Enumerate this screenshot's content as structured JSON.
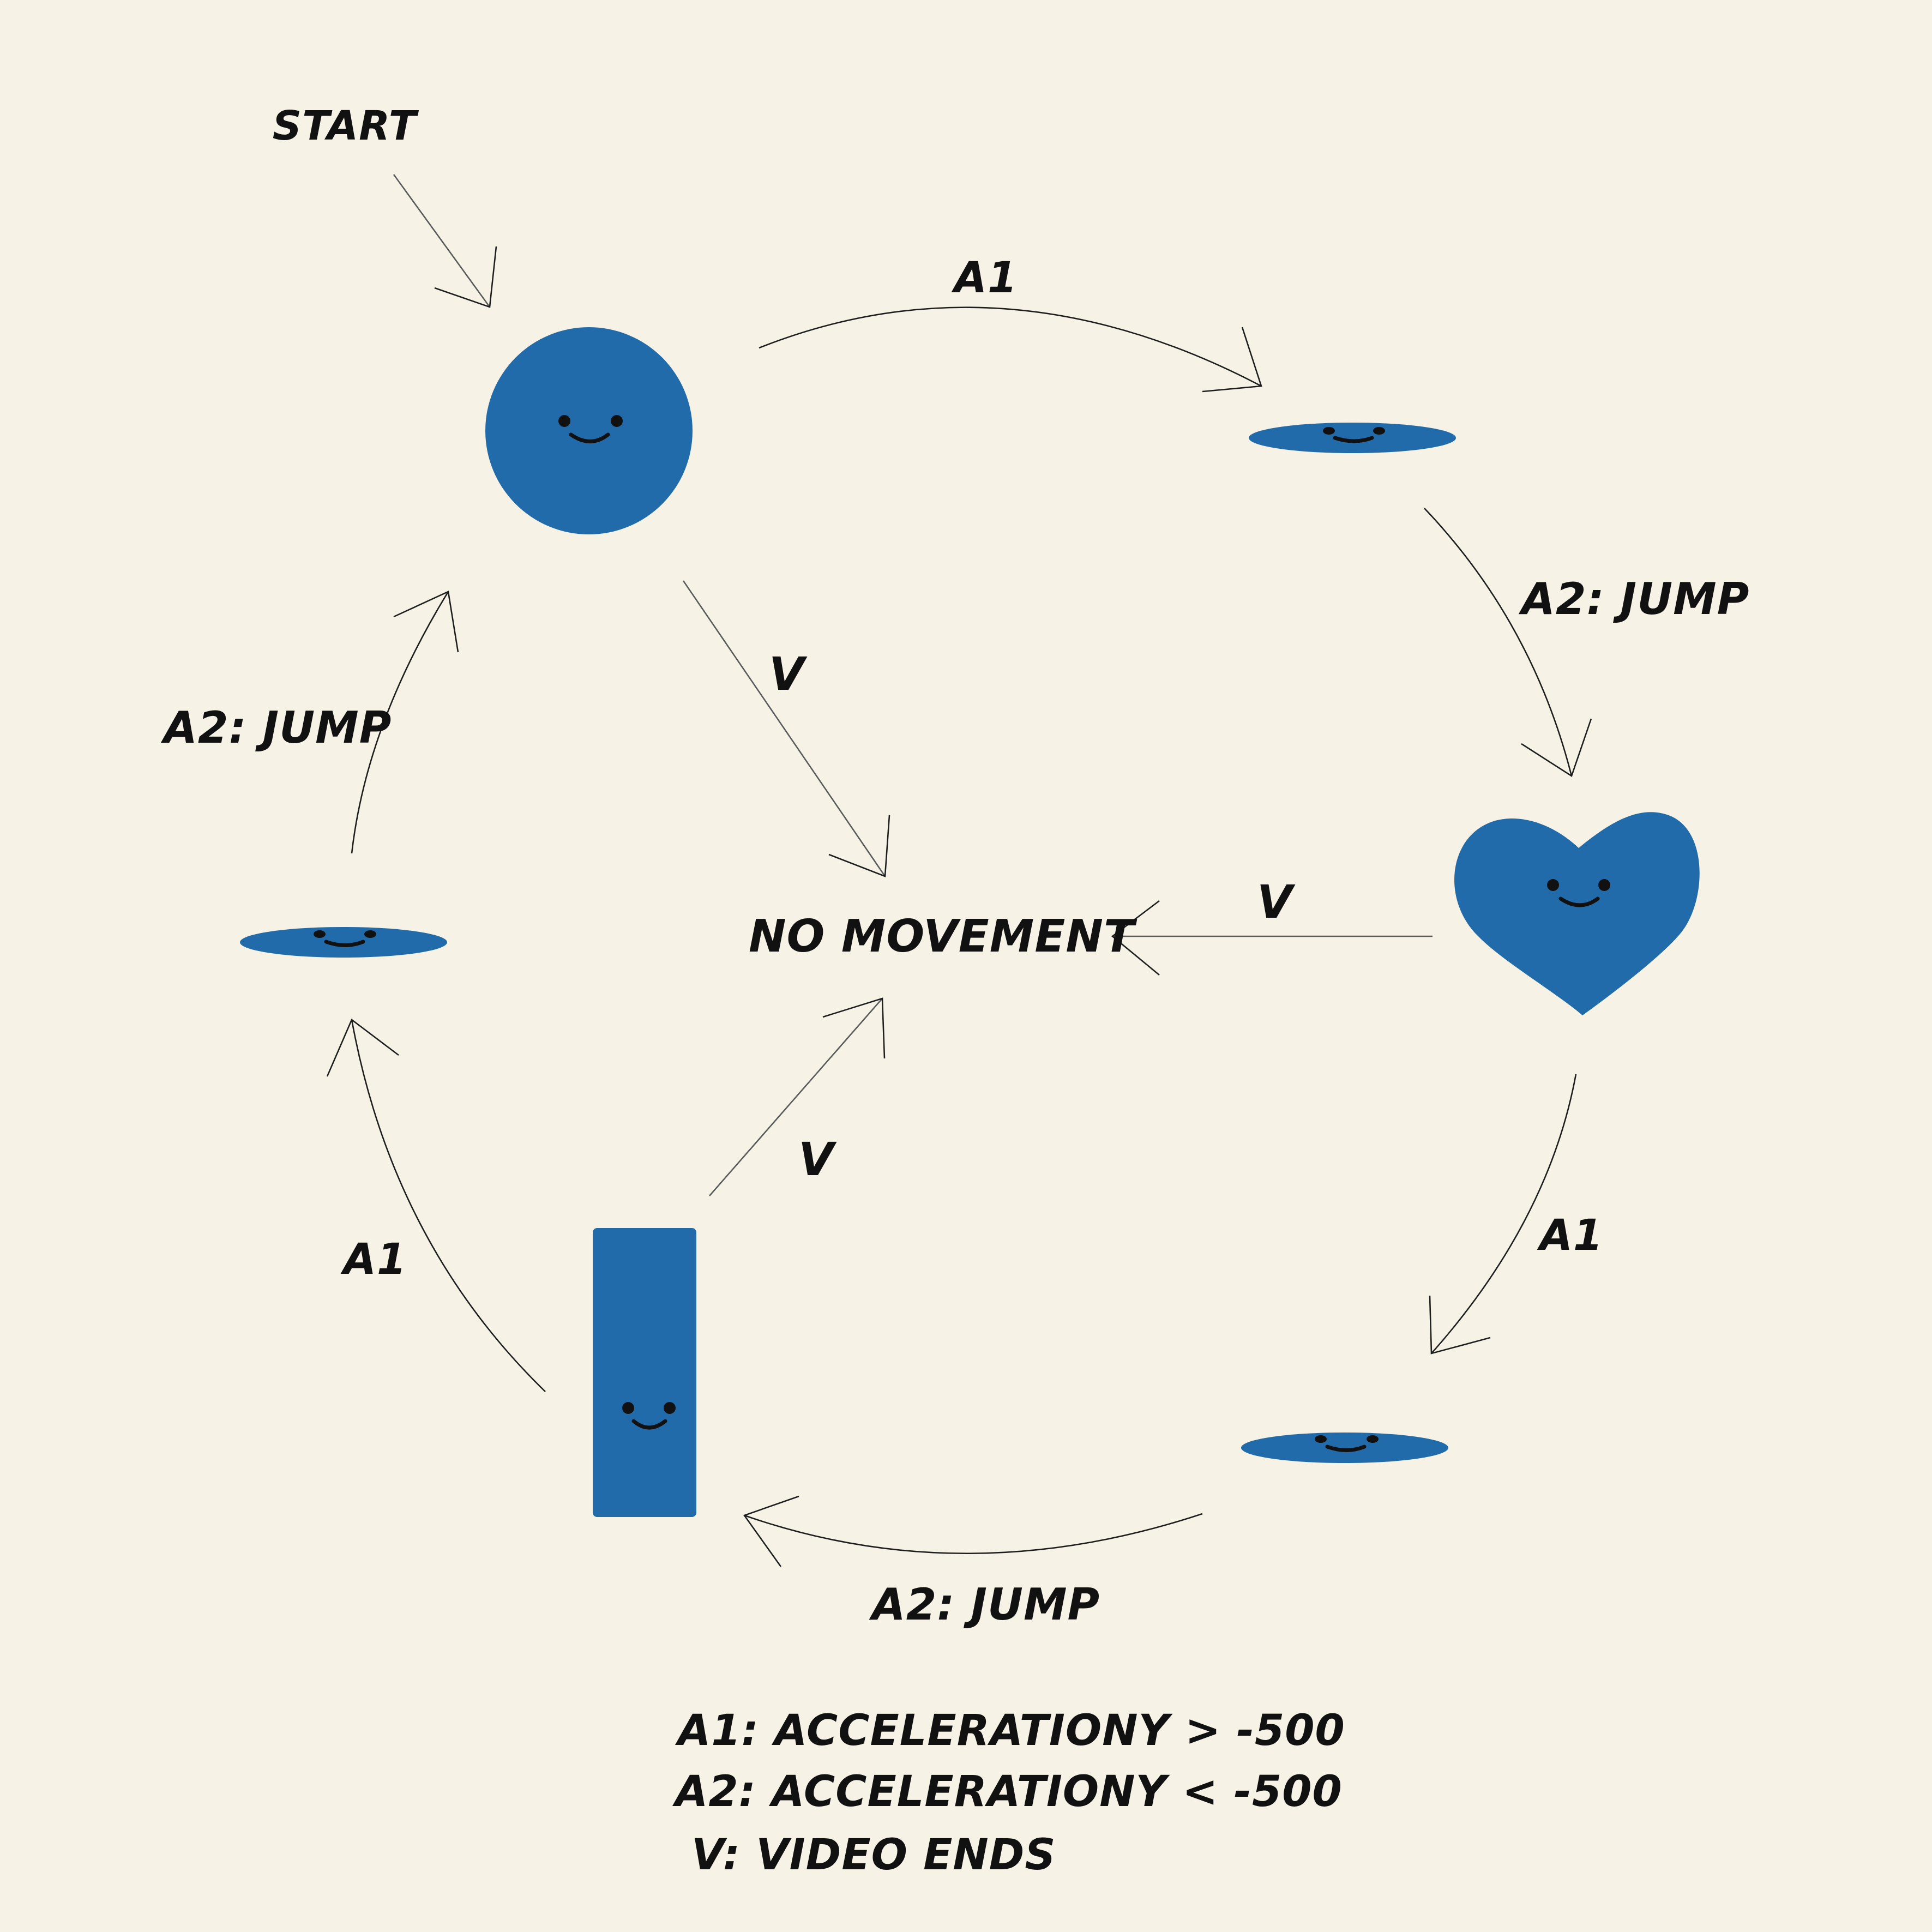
{
  "colors": {
    "background": "#f6f3e6",
    "shape_fill": "#226bab",
    "ink": "#111111"
  },
  "nodes": {
    "start": {
      "label": "START"
    },
    "circle": {
      "shape": "circle"
    },
    "flat_top_right": {
      "shape": "flat-ellipse"
    },
    "heart": {
      "shape": "heart"
    },
    "flat_bottom_right": {
      "shape": "flat-ellipse"
    },
    "rectangle": {
      "shape": "tall-rectangle"
    },
    "flat_left": {
      "shape": "flat-ellipse"
    },
    "no_movement": {
      "label": "NO MOVEMENT"
    }
  },
  "edges": {
    "start_to_circle": {
      "label": ""
    },
    "circle_to_flat_top_right": {
      "label": "A1"
    },
    "flat_top_right_to_heart": {
      "label": "A2: JUMP"
    },
    "heart_to_flat_bottom_right": {
      "label": "A1"
    },
    "flat_bottom_right_to_rectangle": {
      "label": "A2: JUMP"
    },
    "rectangle_to_flat_left": {
      "label": "A1"
    },
    "flat_left_to_circle": {
      "label": "A2: JUMP"
    },
    "circle_to_no_movement": {
      "label": "V"
    },
    "heart_to_no_movement": {
      "label": "V"
    },
    "rectangle_to_no_movement": {
      "label": "V"
    }
  },
  "legend": [
    {
      "text": "A1: ACCELERATIONY > -500"
    },
    {
      "text": "A2: ACCELERATIONY < -500"
    },
    {
      "text": "V: VIDEO ENDS"
    }
  ]
}
